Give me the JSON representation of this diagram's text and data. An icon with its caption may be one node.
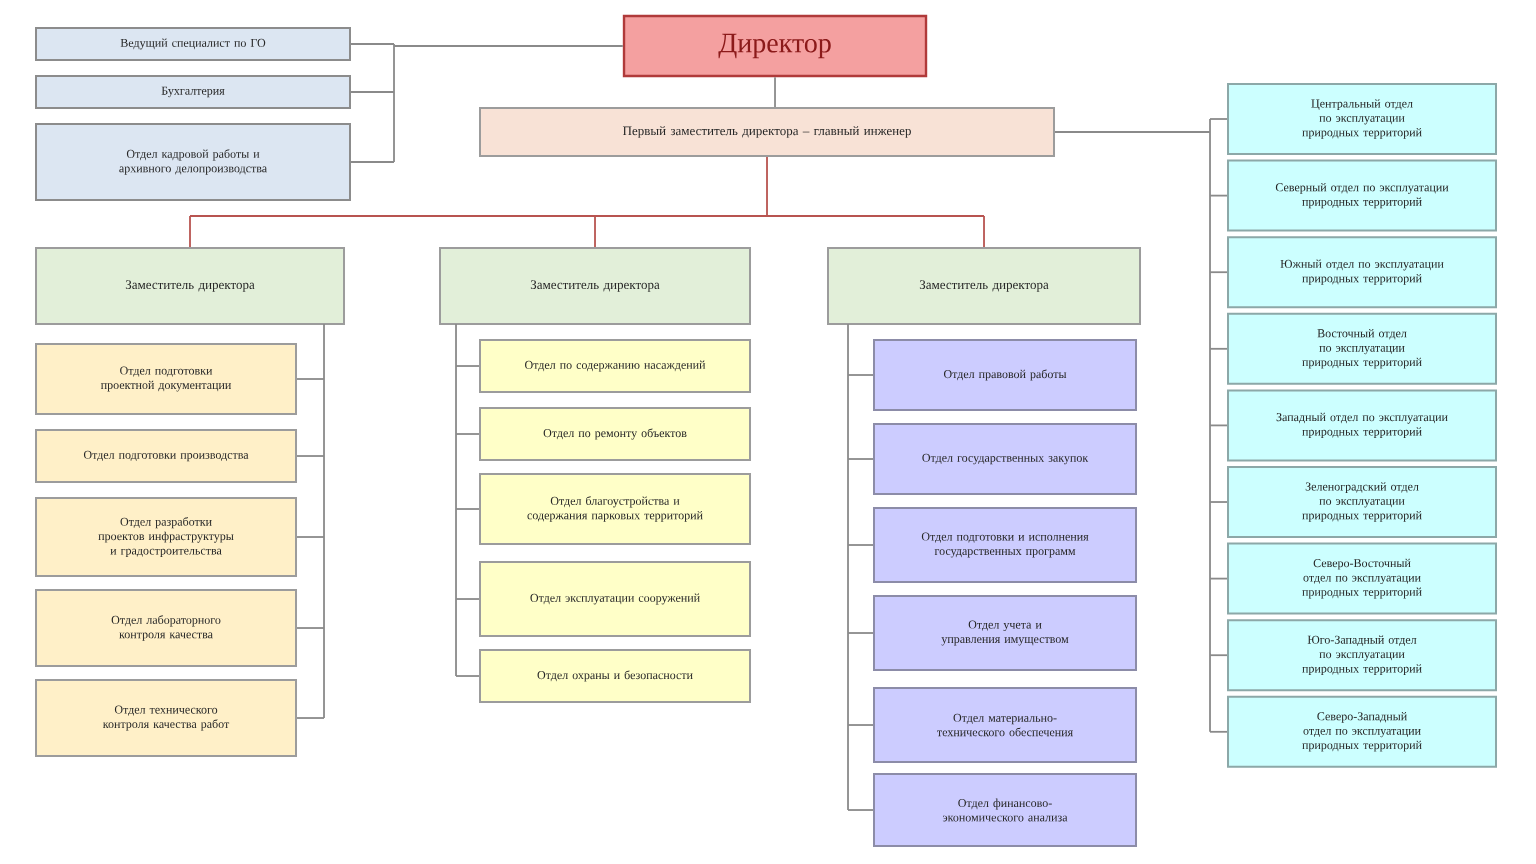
{
  "diagram": {
    "nodes": [
      {
        "text": [
          "Директор"
        ]
      },
      {
        "text": [
          "Ведущий специалист по ГО"
        ]
      },
      {
        "text": [
          "Бухгалтерия"
        ]
      },
      {
        "text": [
          "Отдел кадровой работы и архивного делопроизводства"
        ]
      },
      {
        "text": [
          "Первый заместитель директора – главный инженер"
        ]
      },
      {
        "text": [
          "Заместитель директора"
        ]
      },
      {
        "text": [
          "Отдел подготовки проектной документации"
        ]
      },
      {
        "text": [
          "Отдел подготовки производства"
        ]
      },
      {
        "text": [
          "Отдел разработки проектов инфраструктуры и градостроительства"
        ]
      },
      {
        "text": [
          "Отдел лабораторного контроля качества"
        ]
      },
      {
        "text": [
          "Отдел технического контроля качества работ"
        ]
      },
      {
        "text": [
          "Заместитель директора"
        ]
      },
      {
        "text": [
          "Отдел по содержанию насаждений"
        ]
      },
      {
        "text": [
          "Отдел по ремонту объектов"
        ]
      },
      {
        "text": [
          "Отдел благоустройства и содержания парковых территорий"
        ]
      },
      {
        "text": [
          "Отдел эксплуатации сооружений"
        ]
      },
      {
        "text": [
          "Отдел охраны и безопасности"
        ]
      },
      {
        "text": [
          "Заместитель директора"
        ]
      },
      {
        "text": [
          "Отдел правовой работы"
        ]
      },
      {
        "text": [
          "Отдел государственных закупок"
        ]
      },
      {
        "text": [
          "Отдел подготовки и исполнения государственных программ"
        ]
      },
      {
        "text": [
          "Отдел учета и управления имуществом"
        ]
      },
      {
        "text": [
          "Отдел материально-технического обеспечения"
        ]
      },
      {
        "text": [
          "Отдел финансово-экономического анализа"
        ]
      },
      {
        "text": [
          "Центральный отдел по эксплуатации природных территорий"
        ]
      },
      {
        "text": [
          "Северный отдел по эксплуатации природных территорий"
        ]
      },
      {
        "text": [
          "Южный отдел по эксплуатации природных территорий"
        ]
      },
      {
        "text": [
          "Восточный отдел по эксплуатации природных территорий"
        ]
      },
      {
        "text": [
          "Западный отдел по эксплуатации природных территорий"
        ]
      },
      {
        "text": [
          "Зеленоградский отдел по эксплуатации природных территорий"
        ]
      },
      {
        "text": [
          "Северо-Восточный отдел по эксплуатации природных территорий"
        ]
      },
      {
        "text": [
          "Юго-Западный отдел по эксплуатации природных территорий"
        ]
      },
      {
        "text": [
          "Северо-Западный отдел по эксплуатации природных территорий"
        ]
      }
    ],
    "edges": [
      {
        "from": 0,
        "to": 1,
        "arrow": "none"
      },
      {
        "from": 0,
        "to": 2,
        "arrow": "none"
      },
      {
        "from": 0,
        "to": 3,
        "arrow": "none"
      },
      {
        "from": 0,
        "to": 4,
        "arrow": "none"
      },
      {
        "from": 4,
        "to": 5,
        "arrow": "none",
        "color": "#b85450"
      },
      {
        "from": 4,
        "to": 11,
        "arrow": "none",
        "color": "#b85450"
      },
      {
        "from": 4,
        "to": 17,
        "arrow": "none",
        "color": "#b85450"
      },
      {
        "from": 5,
        "to": 6,
        "arrow": "none"
      },
      {
        "from": 5,
        "to": 7,
        "arrow": "none"
      },
      {
        "from": 5,
        "to": 8,
        "arrow": "none"
      },
      {
        "from": 5,
        "to": 9,
        "arrow": "none"
      },
      {
        "from": 5,
        "to": 10,
        "arrow": "none"
      },
      {
        "from": 11,
        "to": 12,
        "arrow": "none"
      },
      {
        "from": 11,
        "to": 13,
        "arrow": "none"
      },
      {
        "from": 11,
        "to": 14,
        "arrow": "none"
      },
      {
        "from": 11,
        "to": 15,
        "arrow": "none"
      },
      {
        "from": 11,
        "to": 16,
        "arrow": "none"
      },
      {
        "from": 17,
        "to": 18,
        "arrow": "none"
      },
      {
        "from": 17,
        "to": 19,
        "arrow": "none"
      },
      {
        "from": 17,
        "to": 20,
        "arrow": "none"
      },
      {
        "from": 17,
        "to": 21,
        "arrow": "none"
      },
      {
        "from": 17,
        "to": 22,
        "arrow": "none"
      },
      {
        "from": 17,
        "to": 23,
        "arrow": "none"
      },
      {
        "from": 4,
        "to": 24,
        "arrow": "none"
      },
      {
        "from": 4,
        "to": 25,
        "arrow": "none"
      },
      {
        "from": 4,
        "to": 26,
        "arrow": "none"
      },
      {
        "from": 4,
        "to": 27,
        "arrow": "none"
      },
      {
        "from": 4,
        "to": 28,
        "arrow": "none"
      },
      {
        "from": 4,
        "to": 29,
        "arrow": "none"
      },
      {
        "from": 4,
        "to": 30,
        "arrow": "none"
      },
      {
        "from": 4,
        "to": 31,
        "arrow": "none"
      },
      {
        "from": 4,
        "to": 32,
        "arrow": "none"
      }
    ]
  }
}
